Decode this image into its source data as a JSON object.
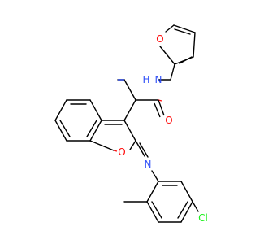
{
  "molecule": {
    "colors": {
      "carbon_bond": "#000000",
      "oxygen": "#ff0d0d",
      "nitrogen": "#3050f8",
      "chlorine": "#1ff01f"
    },
    "labels": {
      "furan_oxygen": "O",
      "amide_nh": "N",
      "amide_h": "H",
      "carbonyl_oxygen": "O",
      "ring_oxygen": "O",
      "imine_nitrogen": "N",
      "chlorine": "Cl"
    }
  }
}
